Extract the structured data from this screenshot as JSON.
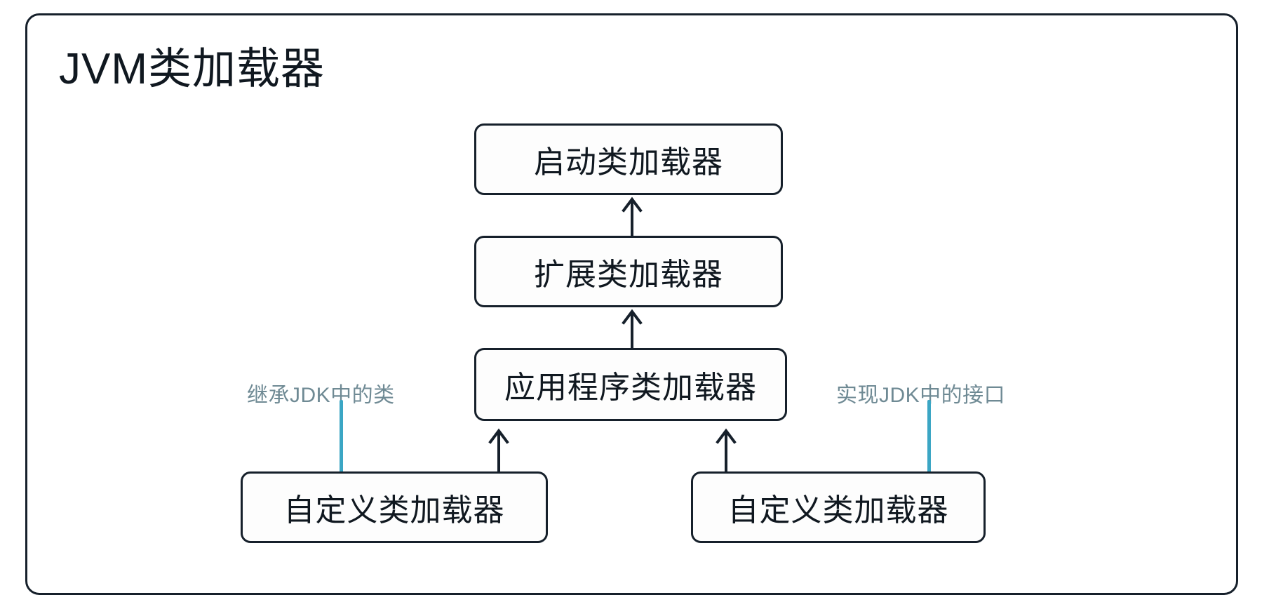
{
  "diagram": {
    "title": "JVM类加载器",
    "frame": {
      "name": "diagram-frame",
      "border_color": "#16202b",
      "background": "#ffffff"
    },
    "nodes": [
      {
        "id": "bootstrap",
        "label": "启动类加载器"
      },
      {
        "id": "extension",
        "label": "扩展类加载器"
      },
      {
        "id": "application",
        "label": "应用程序类加载器"
      },
      {
        "id": "custom-left",
        "label": "自定义类加载器"
      },
      {
        "id": "custom-right",
        "label": "自定义类加载器"
      }
    ],
    "annotations": [
      {
        "id": "inherit-jdk-class",
        "label": "继承JDK中的类",
        "color": "#6f8a94",
        "connector_color": "#3ba6c4"
      },
      {
        "id": "implement-jdk-interface",
        "label": "实现JDK中的接口",
        "color": "#6f8a94",
        "connector_color": "#3ba6c4"
      }
    ],
    "arrows": [
      {
        "id": "extension-to-bootstrap",
        "from": "extension",
        "to": "bootstrap",
        "direction": "up",
        "icon": "arrow-up-icon"
      },
      {
        "id": "application-to-extension",
        "from": "application",
        "to": "extension",
        "direction": "up",
        "icon": "arrow-up-icon"
      },
      {
        "id": "custom-left-to-application",
        "from": "custom-left",
        "to": "application",
        "direction": "up",
        "icon": "arrow-up-icon"
      },
      {
        "id": "custom-right-to-application",
        "from": "custom-right",
        "to": "application",
        "direction": "up",
        "icon": "arrow-up-icon"
      }
    ],
    "colors": {
      "stroke": "#16202b",
      "text": "#101820",
      "annotation_text": "#6f8a94",
      "connector_teal": "#3ba6c4",
      "node_fill": "#fdfdfd"
    }
  }
}
